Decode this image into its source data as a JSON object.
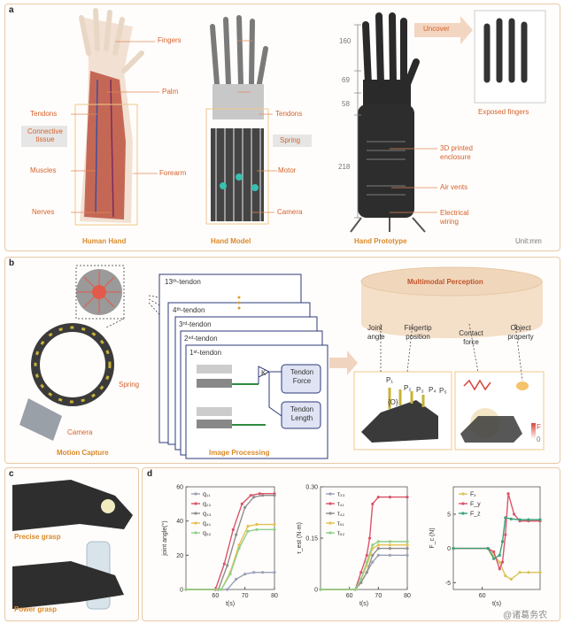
{
  "panel_letters": {
    "a": "a",
    "b": "b",
    "c": "c",
    "d": "d"
  },
  "panel_a": {
    "fingers": "Fingers",
    "palm": "Palm",
    "tendons_left": "Tendons",
    "connective_tissue": "Connective tissue",
    "muscles": "Muscles",
    "forearm": "Forearm",
    "nerves": "Nerves",
    "tendons_right": "Tendons",
    "spring": "Spring",
    "motor": "Motor",
    "camera": "Camera",
    "human_hand": "Human Hand",
    "hand_model": "Hand Model",
    "hand_prototype": "Hand Prototype",
    "dims": [
      "160",
      "69",
      "58",
      "218"
    ],
    "uncover": "Uncover",
    "exposed_fingers": "Exposed fingers",
    "enclosure": "3D printed enclosure",
    "air_vents": "Air vents",
    "wiring": "Electrical wiring",
    "unit": "Unit:mm"
  },
  "panel_b": {
    "spring": "Spring",
    "camera": "Camera",
    "motion_capture": "Motion Capture",
    "image_processing": "Image Processing",
    "tendons": [
      "13ᵗʰ-tendon",
      "4ᵗʰ-tendon",
      "3ʳᵈ-tendon",
      "2ⁿᵈ-tendon",
      "1ˢᵗ-tendon"
    ],
    "k": "K",
    "tendon_force": "Tendon Force",
    "tendon_length": "Tendon Length",
    "mm_title": "Multimodal Perception",
    "joint_angle": "Joint angle",
    "fingertip_position": "Fingertip position",
    "contact_force": "Contact force",
    "object_property": "Object property",
    "p_labels": [
      "P₁",
      "P₂",
      "P₃",
      "P₄",
      "P₅"
    ],
    "o_label": "{O}",
    "scale_f": "F",
    "scale_0": "0"
  },
  "panel_c": {
    "precise": "Precise grasp",
    "power": "Power grasp"
  },
  "watermark": "@诸葛务农",
  "chart_data": [
    {
      "type": "line",
      "ylabel": "joint angle(°)",
      "xlabel": "t(s)",
      "xlim": [
        50,
        80
      ],
      "ylim": [
        0,
        60
      ],
      "xticks": [
        "60",
        "70",
        "80"
      ],
      "yticks": [
        "0",
        "20",
        "40",
        "60"
      ],
      "series": [
        {
          "name": "q₁₁",
          "color": "#9aa0b8",
          "x": [
            50,
            64,
            67,
            70,
            73,
            76,
            80
          ],
          "y": [
            0,
            0,
            6,
            9,
            10,
            10,
            10
          ]
        },
        {
          "name": "q₂₂",
          "color": "#d9546a",
          "x": [
            50,
            60,
            63,
            66,
            69,
            72,
            75,
            80
          ],
          "y": [
            0,
            0,
            15,
            35,
            50,
            55,
            56,
            56
          ]
        },
        {
          "name": "q₃₃",
          "color": "#8e8e8e",
          "x": [
            50,
            61,
            64,
            67,
            70,
            73,
            76,
            80
          ],
          "y": [
            0,
            0,
            14,
            32,
            48,
            54,
            55,
            55
          ]
        },
        {
          "name": "q₄₁",
          "color": "#e6c14f",
          "x": [
            50,
            62,
            65,
            68,
            71,
            74,
            80
          ],
          "y": [
            0,
            0,
            10,
            26,
            37,
            38,
            38
          ]
        },
        {
          "name": "q₅₂",
          "color": "#8fd08a",
          "x": [
            50,
            62,
            65,
            68,
            71,
            74,
            80
          ],
          "y": [
            0,
            0,
            9,
            24,
            34,
            35,
            35
          ]
        }
      ]
    },
    {
      "type": "line",
      "ylabel": "τ_est (N·m)",
      "xlabel": "t(s)",
      "xlim": [
        50,
        80
      ],
      "ylim": [
        0,
        0.3
      ],
      "xticks": [
        "60",
        "70",
        "80"
      ],
      "yticks": [
        "0",
        "0.15",
        "0.30"
      ],
      "series": [
        {
          "name": "τ₃₃",
          "color": "#9aa0b8",
          "x": [
            50,
            62,
            64,
            66,
            68,
            70,
            74,
            80
          ],
          "y": [
            0,
            0,
            0.02,
            0.05,
            0.08,
            0.1,
            0.1,
            0.1
          ]
        },
        {
          "name": "τ₄₁",
          "color": "#d9546a",
          "x": [
            50,
            62,
            64,
            66,
            67,
            68,
            70,
            74,
            80
          ],
          "y": [
            0,
            0,
            0.05,
            0.1,
            0.15,
            0.25,
            0.27,
            0.27,
            0.27
          ]
        },
        {
          "name": "τ₄₂",
          "color": "#8e8e8e",
          "x": [
            50,
            62,
            64,
            66,
            68,
            70,
            74,
            80
          ],
          "y": [
            0,
            0,
            0.02,
            0.05,
            0.1,
            0.12,
            0.12,
            0.12
          ]
        },
        {
          "name": "τ₅₁",
          "color": "#e6c14f",
          "x": [
            50,
            62,
            64,
            66,
            68,
            70,
            74,
            80
          ],
          "y": [
            0,
            0,
            0.03,
            0.07,
            0.12,
            0.13,
            0.13,
            0.13
          ]
        },
        {
          "name": "τ₅₂",
          "color": "#8fd08a",
          "x": [
            50,
            62,
            64,
            66,
            68,
            70,
            74,
            80
          ],
          "y": [
            0,
            0,
            0.03,
            0.08,
            0.13,
            0.14,
            0.14,
            0.14
          ]
        }
      ]
    },
    {
      "type": "line",
      "ylabel": "F_c (N)",
      "xlabel": "t(s)",
      "xlim": [
        50,
        80
      ],
      "ylim": [
        -6,
        9
      ],
      "xticks": [
        "60"
      ],
      "yticks": [
        "-5",
        "0",
        "5"
      ],
      "series": [
        {
          "name": "Fₓ",
          "color": "#d9c35a",
          "x": [
            50,
            62,
            64,
            66,
            68,
            70,
            73,
            76,
            80
          ],
          "y": [
            0,
            0,
            -1,
            -2,
            -4,
            -4.5,
            -3.5,
            -3.5,
            -3.5
          ]
        },
        {
          "name": "F_y",
          "color": "#d9546a",
          "x": [
            50,
            62,
            64,
            66,
            67,
            68,
            69,
            71,
            73,
            76,
            80
          ],
          "y": [
            0,
            0,
            -0.5,
            -3,
            -2,
            2,
            8,
            5,
            4,
            4,
            4
          ]
        },
        {
          "name": "F_z",
          "color": "#3aa07a",
          "x": [
            50,
            62,
            64,
            66,
            67,
            68,
            70,
            73,
            76,
            80
          ],
          "y": [
            0,
            0,
            -1.5,
            -1,
            1,
            4.5,
            4.3,
            4.2,
            4.2,
            4.2
          ]
        }
      ]
    }
  ]
}
